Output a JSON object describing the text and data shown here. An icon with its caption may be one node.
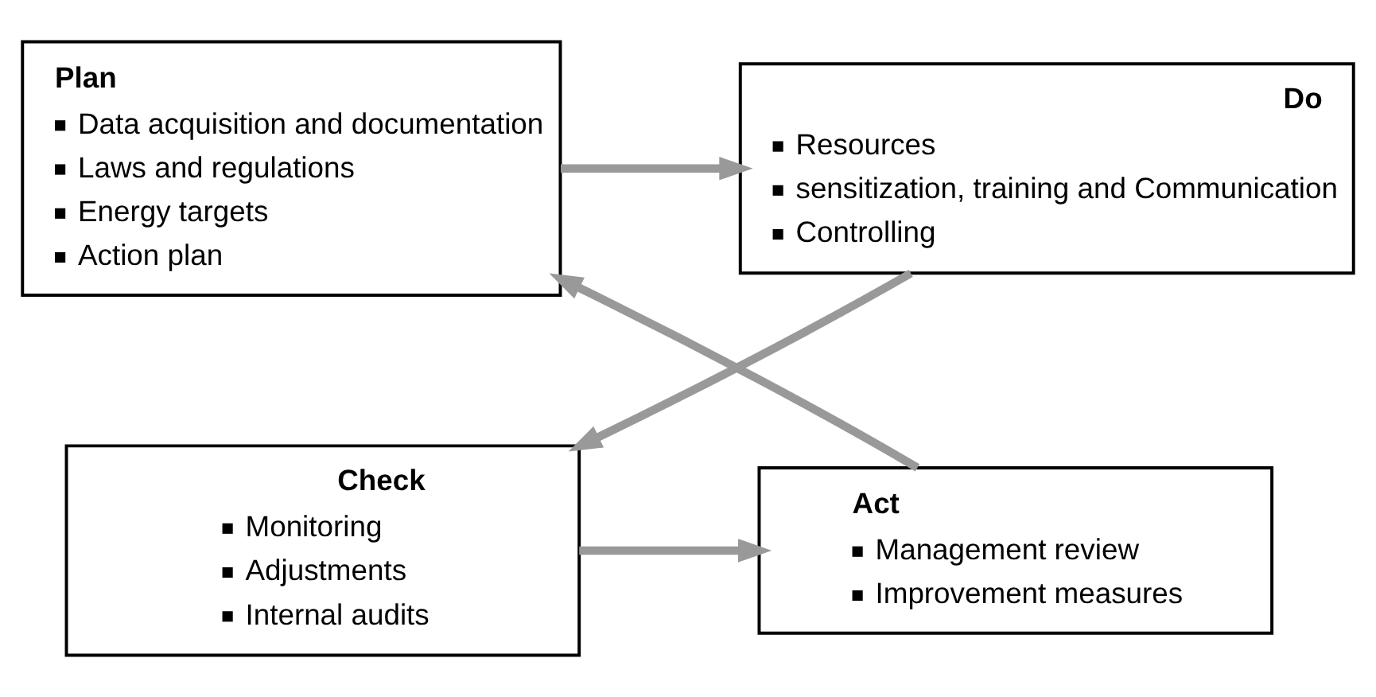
{
  "diagram": {
    "nodes": [
      {
        "text": [
          "Plan",
          "Data acquisition and documentation",
          "Laws and regulations",
          "Energy targets",
          "Action plan"
        ]
      },
      {
        "text": [
          "Do",
          "Resources",
          "sensitization, training and Communication",
          "Controlling"
        ]
      },
      {
        "text": [
          "Check",
          "Monitoring",
          "Adjustments",
          "Internal audits"
        ]
      },
      {
        "text": [
          "Act",
          "Management review",
          "Improvement measures"
        ]
      }
    ],
    "edges": [
      {
        "from": 0,
        "to": 1,
        "arrow": "to"
      },
      {
        "from": 1,
        "to": 2,
        "arrow": "to"
      },
      {
        "from": 2,
        "to": 3,
        "arrow": "to"
      },
      {
        "from": 3,
        "to": 0,
        "arrow": "to"
      }
    ]
  }
}
